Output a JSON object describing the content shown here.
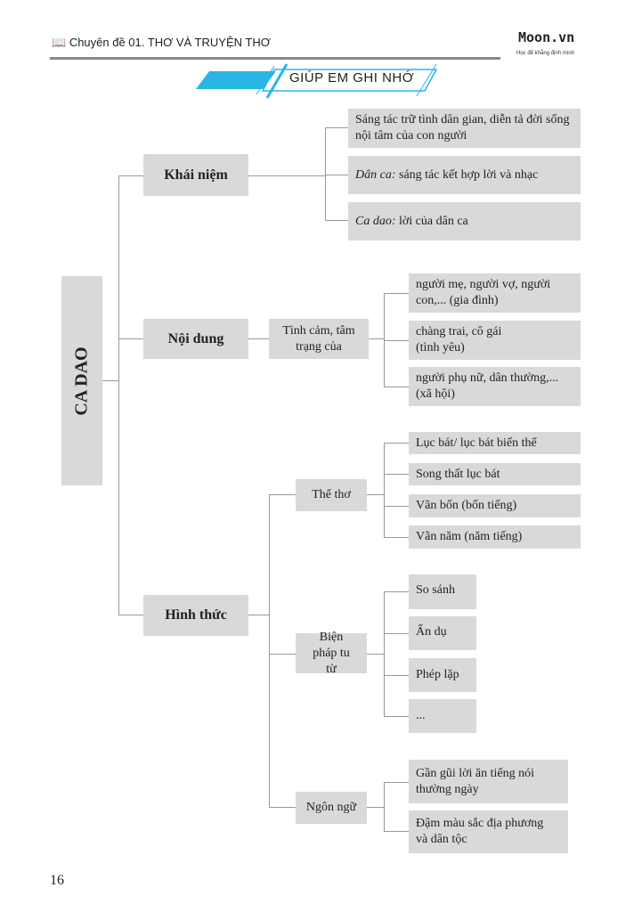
{
  "header": {
    "chapter": "Chuyên đề 01. THƠ VÀ TRUYỆN THƠ",
    "logo": "Moon.vn",
    "slogan": "Học để khẳng định mình",
    "banner": "GIÚP EM GHI NHỚ",
    "accent": "#29b6e6"
  },
  "root": "CA DAO",
  "khai_niem": {
    "label": "Khái niệm",
    "items": [
      {
        "text": "Sáng tác trữ tình dân gian, diễn tả đời sống nội tâm của con người"
      },
      {
        "term": "Dân ca:",
        "text": " sáng tác kết hợp lời và nhạc"
      },
      {
        "term": "Ca dao:",
        "text": " lời của dân ca"
      }
    ]
  },
  "noi_dung": {
    "label": "Nội dung",
    "sub": "Tình cảm, tâm trạng của",
    "items": [
      "người mẹ, người vợ, người con,... (gia đình)",
      "chàng trai, cô gái (tình yêu)",
      "người phụ nữ, dân thường,... (xã hội)"
    ]
  },
  "hinh_thuc": {
    "label": "Hình thức",
    "the_tho": {
      "label": "Thể thơ",
      "items": [
        "Lục bát/ lục bát biến thể",
        "Song thất lục bát",
        "Vãn bốn (bốn tiếng)",
        "Vãn năm (năm tiếng)"
      ]
    },
    "bien_phap": {
      "label": "Biện pháp tu từ",
      "items": [
        "So sánh",
        "Ẩn dụ",
        "Phép lặp",
        "..."
      ]
    },
    "ngon_ngu": {
      "label": "Ngôn ngữ",
      "items": [
        "Gần gũi lời ăn tiếng nói thường ngày",
        "Đậm màu sắc địa phương và dân tộc"
      ]
    }
  },
  "page_number": "16"
}
